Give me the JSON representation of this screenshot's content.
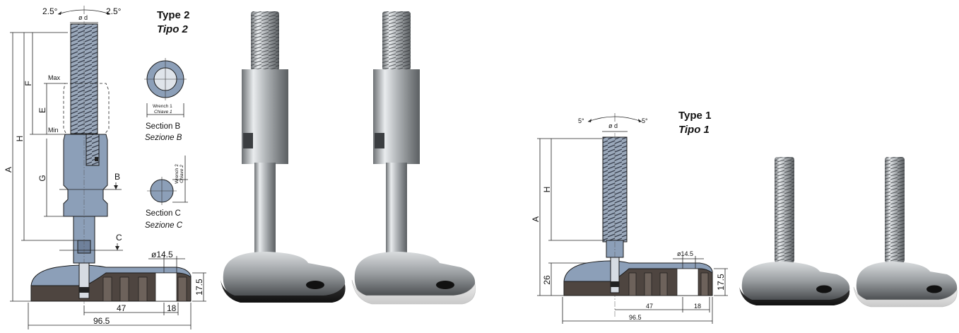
{
  "type2": {
    "title": "Type 2",
    "subtitle": "Tipo 2",
    "angle_left": "2.5°",
    "angle_right": "2.5°",
    "dia": "ø d",
    "labels": {
      "max": "Max",
      "min": "Min",
      "F": "F",
      "E": "E",
      "H": "H",
      "A": "A",
      "G": "G",
      "B": "B",
      "C": "C"
    },
    "dims": {
      "d1": "ø14.5",
      "d2": "17.5",
      "d3": "47",
      "d4": "18",
      "d5": "96.5"
    },
    "section_b": {
      "label": "Section B",
      "label_it": "Sezione B",
      "wrench": "Wrench 1",
      "wrench_it": "Chiave 1"
    },
    "section_c": {
      "label": "Section C",
      "label_it": "Sezione C",
      "wrench": "Wrench 2",
      "wrench_it": "Chiave 2"
    }
  },
  "type1": {
    "title": "Type 1",
    "subtitle": "Tipo 1",
    "angle_left": "5°",
    "angle_right": "5°",
    "dia": "ø d",
    "labels": {
      "H": "H",
      "A": "A"
    },
    "dims": {
      "d26": "26",
      "d1": "ø14.5",
      "d2": "17.5",
      "d3": "47",
      "d4": "18",
      "d5": "96.5"
    }
  },
  "colors": {
    "body_blue": "#8c9fb8",
    "pad_dark": "#4e4540",
    "steel": "#b9bdc1"
  }
}
